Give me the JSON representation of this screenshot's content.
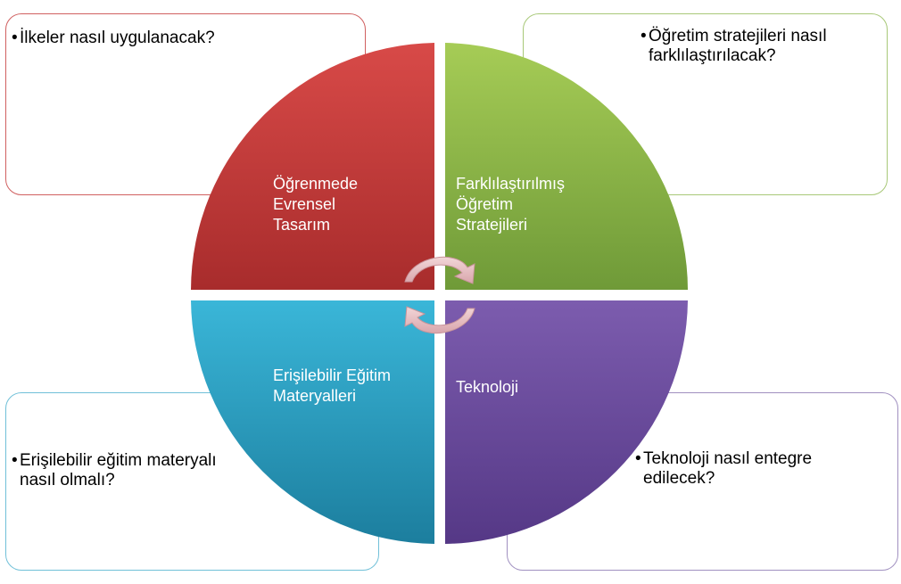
{
  "quadrants": [
    {
      "lines": [
        "Öğrenmede",
        "Evrensel",
        "Tasarım"
      ],
      "color": "#c83a3a"
    },
    {
      "lines": [
        "Farklılaştırılmış",
        "Öğretim",
        "Stratejileri"
      ],
      "color": "#8cb84a"
    },
    {
      "lines": [
        "Erişilebilir Eğitim",
        "Materyalleri"
      ],
      "color": "#2ea2c6"
    },
    {
      "lines": [
        "Teknoloji"
      ],
      "color": "#6d4d9c"
    }
  ],
  "notes": {
    "top_left": {
      "bullet": "•",
      "text": "İlkeler nasıl uygulanacak?"
    },
    "top_right": {
      "bullet": "•",
      "text": "Öğretim stratejileri nasıl farklılaştırılacak?"
    },
    "bottom_left": {
      "bullet": "•",
      "text": "Erişilebilir eğitim materyalı nasıl olmalı?"
    },
    "bottom_right": {
      "bullet": "•",
      "text": "Teknoloji nasıl entegre edilecek?"
    }
  },
  "center": {
    "icon": "cycle-arrows-icon"
  }
}
